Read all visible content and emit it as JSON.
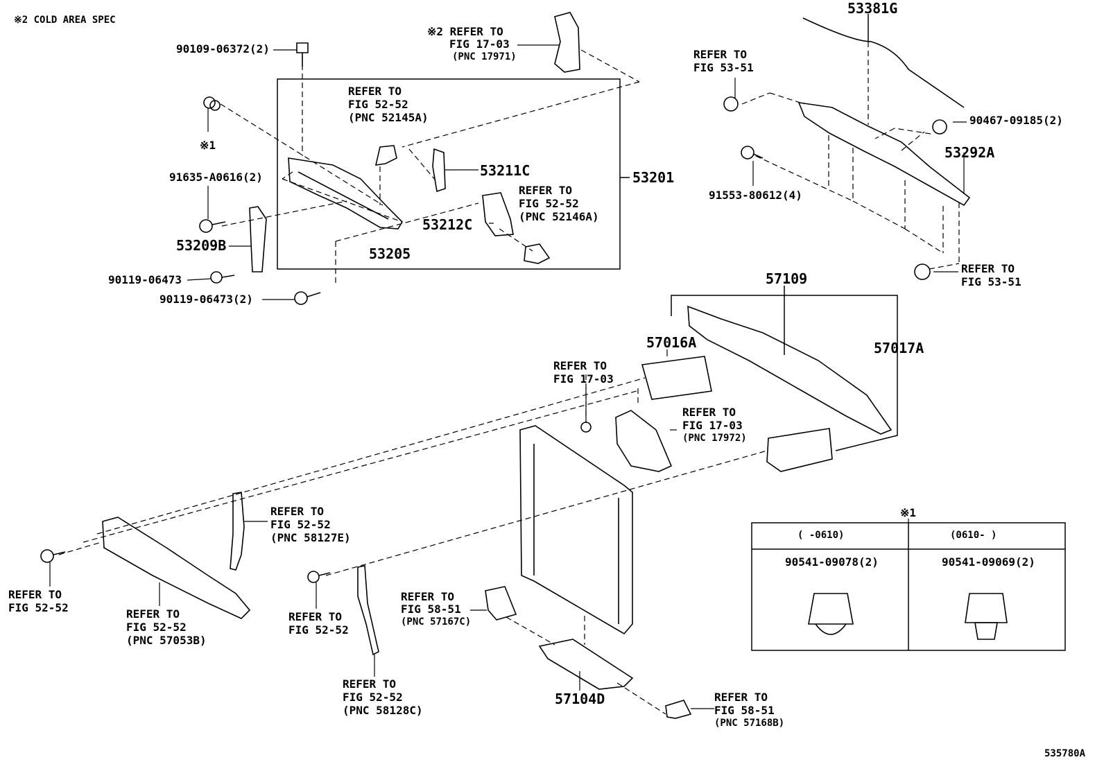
{
  "header": {
    "note": "※2 COLD AREA SPEC"
  },
  "footer": {
    "diagram_id": "535780A"
  },
  "part_numbers": {
    "p53381g": "53381G",
    "p53201": "53201",
    "p53211c": "53211C",
    "p53212c": "53212C",
    "p53205": "53205",
    "p53209b": "53209B",
    "p53292a": "53292A",
    "p57109": "57109",
    "p57016a": "57016A",
    "p57017a": "57017A",
    "p57104d": "57104D"
  },
  "fasteners": {
    "f1": "90109-06372(2)",
    "f2": "91635-A0616(2)",
    "f3": "90119-06473",
    "f4": "90119-06473(2)",
    "f5": "90467-09185(2)",
    "f6": "91553-80612(4)",
    "mark1": "※1"
  },
  "refs": {
    "r1": {
      "l1": "※2 REFER TO",
      "l2": "FIG 17-03",
      "l3": "(PNC 17971)"
    },
    "r2": {
      "l1": "REFER TO",
      "l2": "FIG 52-52",
      "l3": "(PNC 52145A)"
    },
    "r3": {
      "l1": "REFER TO",
      "l2": "FIG 52-52",
      "l3": "(PNC 52146A)"
    },
    "r4": {
      "l1": "REFER TO",
      "l2": "FIG 53-51"
    },
    "r5": {
      "l1": "REFER TO",
      "l2": "FIG 53-51"
    },
    "r6": {
      "l1": "REFER TO",
      "l2": "FIG 17-03"
    },
    "r7": {
      "l1": "REFER TO",
      "l2": "FIG 17-03",
      "l3": "(PNC 17972)"
    },
    "r8": {
      "l1": "REFER TO",
      "l2": "FIG 52-52",
      "l3": "(PNC 58127E)"
    },
    "r9": {
      "l1": "REFER TO",
      "l2": "FIG 52-52"
    },
    "r10": {
      "l1": "REFER TO",
      "l2": "FIG 52-52",
      "l3": "(PNC 57053B)"
    },
    "r11": {
      "l1": "REFER TO",
      "l2": "FIG 52-52"
    },
    "r12": {
      "l1": "REFER TO",
      "l2": "FIG 58-51",
      "l3": "(PNC 57167C)"
    },
    "r13": {
      "l1": "REFER TO",
      "l2": "FIG 52-52",
      "l3": "(PNC 58128C)"
    },
    "r14": {
      "l1": "REFER TO",
      "l2": "FIG 58-51",
      "l3": "(PNC 57168B)"
    }
  },
  "inset": {
    "title": "※1",
    "col1_header": "(   -0610)",
    "col2_header": "(0610-   )",
    "col1_part": "90541-09078(2)",
    "col2_part": "90541-09069(2)"
  }
}
